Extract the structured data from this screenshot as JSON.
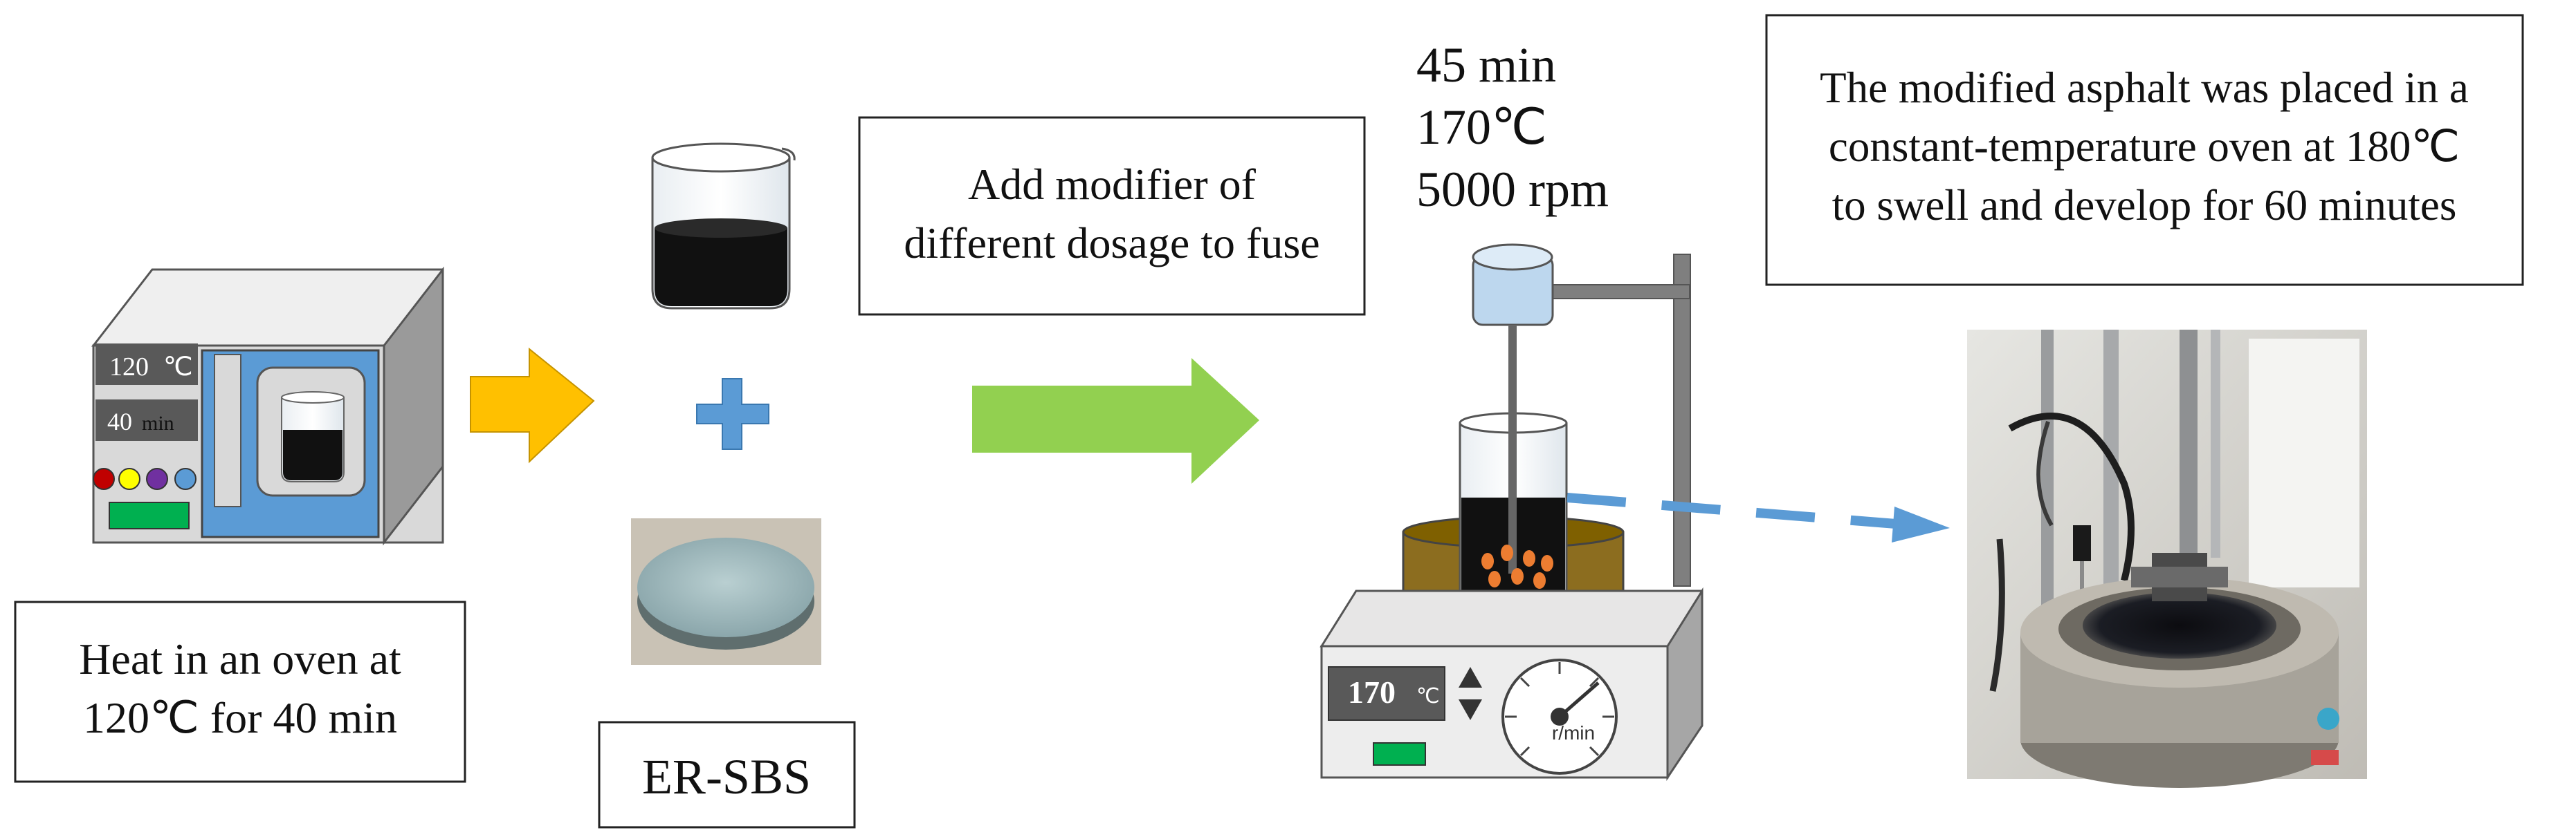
{
  "oven": {
    "temp_value": "120",
    "temp_unit": "℃",
    "time_value": "40",
    "time_unit": "min"
  },
  "step1_caption": [
    "Heat in an oven at",
    "120℃ for 40 min"
  ],
  "modifier_label": "ER-SBS",
  "step2_caption": [
    "Add modifier of",
    "different dosage to fuse"
  ],
  "mixer_conditions": [
    "45 min",
    "170℃",
    "5000 rpm"
  ],
  "stirrer_display": {
    "temp_value": "170",
    "temp_unit": "℃",
    "speed_unit": "r/min"
  },
  "step3_caption": [
    "The modified asphalt was placed in a",
    "constant-temperature oven at 180℃",
    "to swell and develop for 60 minutes"
  ],
  "colors": {
    "oven_body": "#d9d9d9",
    "oven_door": "#5b9bd5",
    "asphalt": "#111111",
    "yellow_arrow": "#ffc000",
    "plus_sign": "#5b9bd5",
    "green_arrow": "#92d050",
    "dashed_arrow": "#5b9bd5",
    "rubber_particles": "#ed7d31",
    "indicator_green": "#00b050"
  }
}
